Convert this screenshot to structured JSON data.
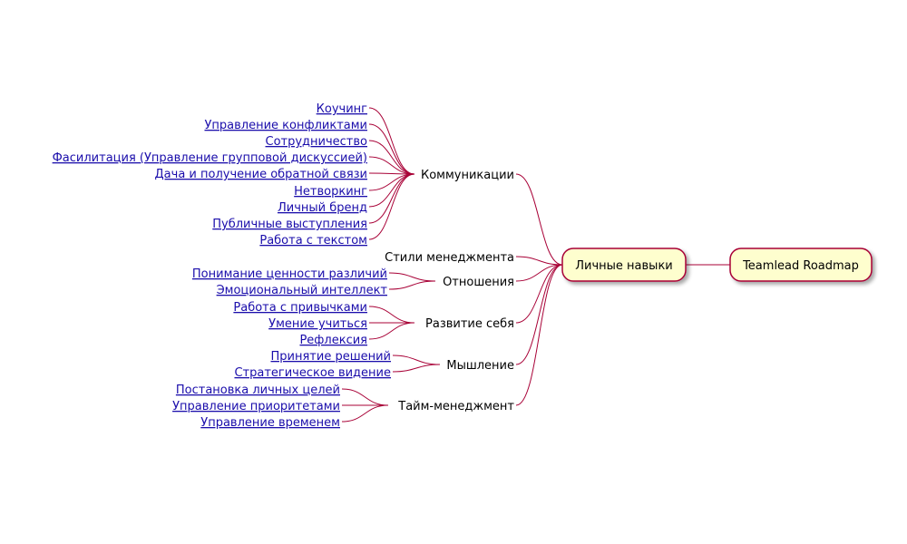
{
  "colors": {
    "connector": "#a80036",
    "box_fill": "#fefece",
    "box_border": "#a80036",
    "link": "#1a0dab",
    "text": "#000000",
    "shadow": "#c8c8c8"
  },
  "root": {
    "label": "Teamlead Roadmap"
  },
  "center": {
    "label": "Личные навыки"
  },
  "branches": [
    {
      "label": "Коммуникации",
      "leaves": [
        "Коучинг",
        "Управление конфликтами",
        "Сотрудничество",
        "Фасилитация (Управление групповой дискуссией)",
        "Дача и получение обратной связи",
        "Нетворкинг",
        "Личный бренд",
        "Публичные выступления",
        "Работа с текстом"
      ]
    },
    {
      "label": "Стили менеджмента",
      "leaves": []
    },
    {
      "label": "Отношения",
      "leaves": [
        "Понимание ценности различий",
        "Эмоциональный интеллект"
      ]
    },
    {
      "label": "Развитие себя",
      "leaves": [
        "Работа с привычками",
        "Умение учиться",
        "Рефлексия"
      ]
    },
    {
      "label": "Мышление",
      "leaves": [
        "Принятие решений",
        "Стратегическое видение"
      ]
    },
    {
      "label": "Тайм-менеджмент",
      "leaves": [
        "Постановка личных целей",
        "Управление приоритетами",
        "Управление временем"
      ]
    }
  ]
}
